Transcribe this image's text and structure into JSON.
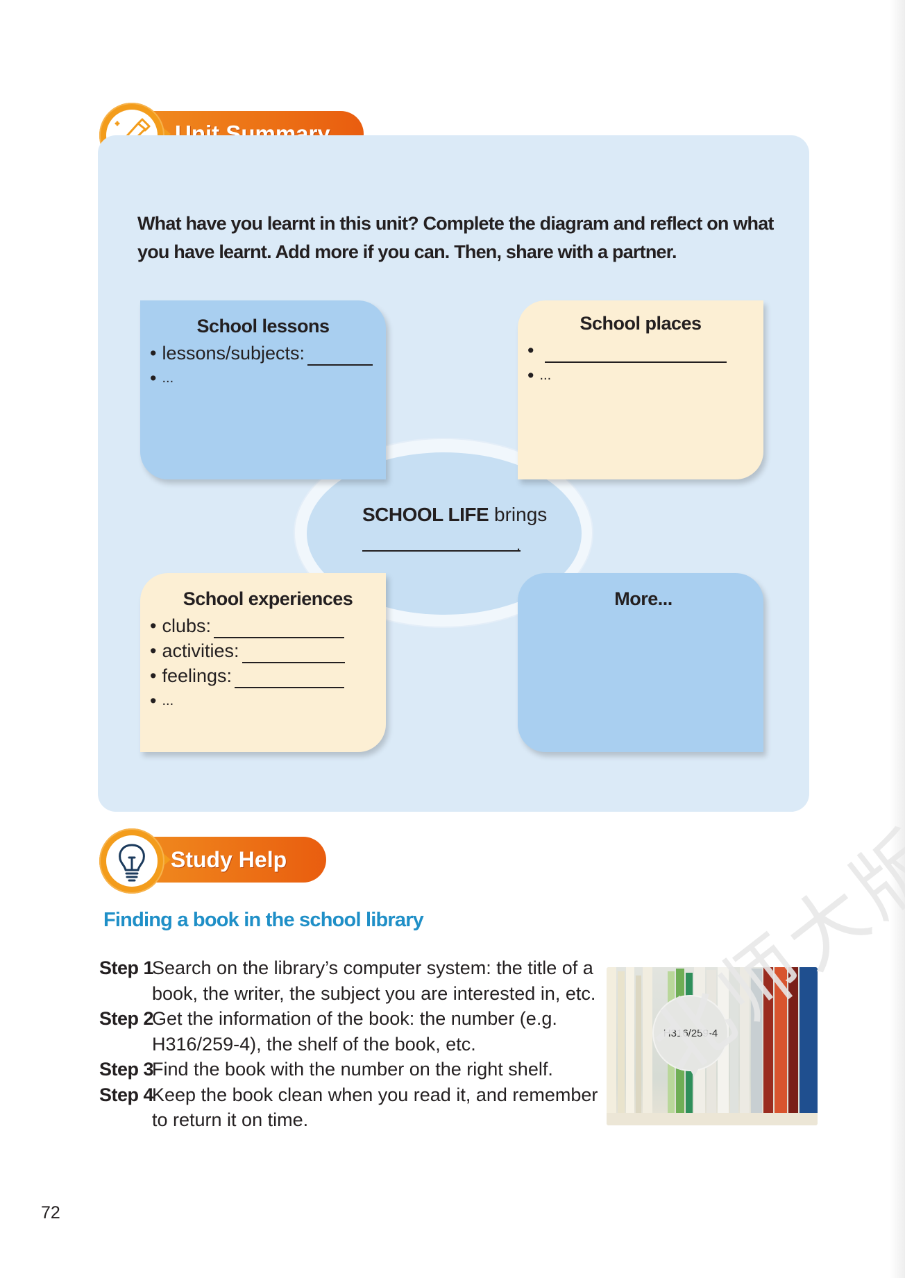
{
  "unit_summary": {
    "header": "Unit Summary",
    "instructions_line1": "What have you learnt in this unit? Complete the diagram and reflect on what",
    "instructions_line2": "you have learnt. Add more if you can. Then, share with a partner.",
    "center": {
      "bold": "SCHOOL LIFE",
      "rest": " brings"
    },
    "cards": {
      "lessons": {
        "title": "School lessons",
        "items": [
          "lessons/subjects:",
          "..."
        ]
      },
      "places": {
        "title": "School places",
        "items": [
          "",
          "..."
        ]
      },
      "experiences": {
        "title": "School experiences",
        "items": [
          "clubs:",
          "activities:",
          "feelings:",
          "..."
        ]
      },
      "more": {
        "title": "More..."
      }
    }
  },
  "study_help": {
    "header": "Study Help",
    "subtitle": "Finding a book in the school library",
    "steps": [
      {
        "label": "Step 1",
        "text": "Search on the library’s computer system: the title of a book, the writer, the subject you are interested in, etc."
      },
      {
        "label": "Step 2",
        "text": "Get the information of the book: the number (e.g. H316/259-4), the shelf of the book, etc."
      },
      {
        "label": "Step 3",
        "text": "Find the book with the number on the right shelf."
      },
      {
        "label": "Step 4",
        "text": "Keep the book clean when you read it, and remember to return it on time."
      }
    ],
    "photo_callout": "H316/259-4"
  },
  "page_number": "72",
  "watermark": "北师大版",
  "colors": {
    "accent_orange": "#f08a1e",
    "panel_blue": "#dbeaf7",
    "card_blue": "#a9cff0",
    "card_cream": "#fcefd4",
    "subtitle_blue": "#1f8fc7"
  },
  "icons": {
    "unit_summary": "pen-nib-icon",
    "study_help": "lightbulb-icon"
  }
}
